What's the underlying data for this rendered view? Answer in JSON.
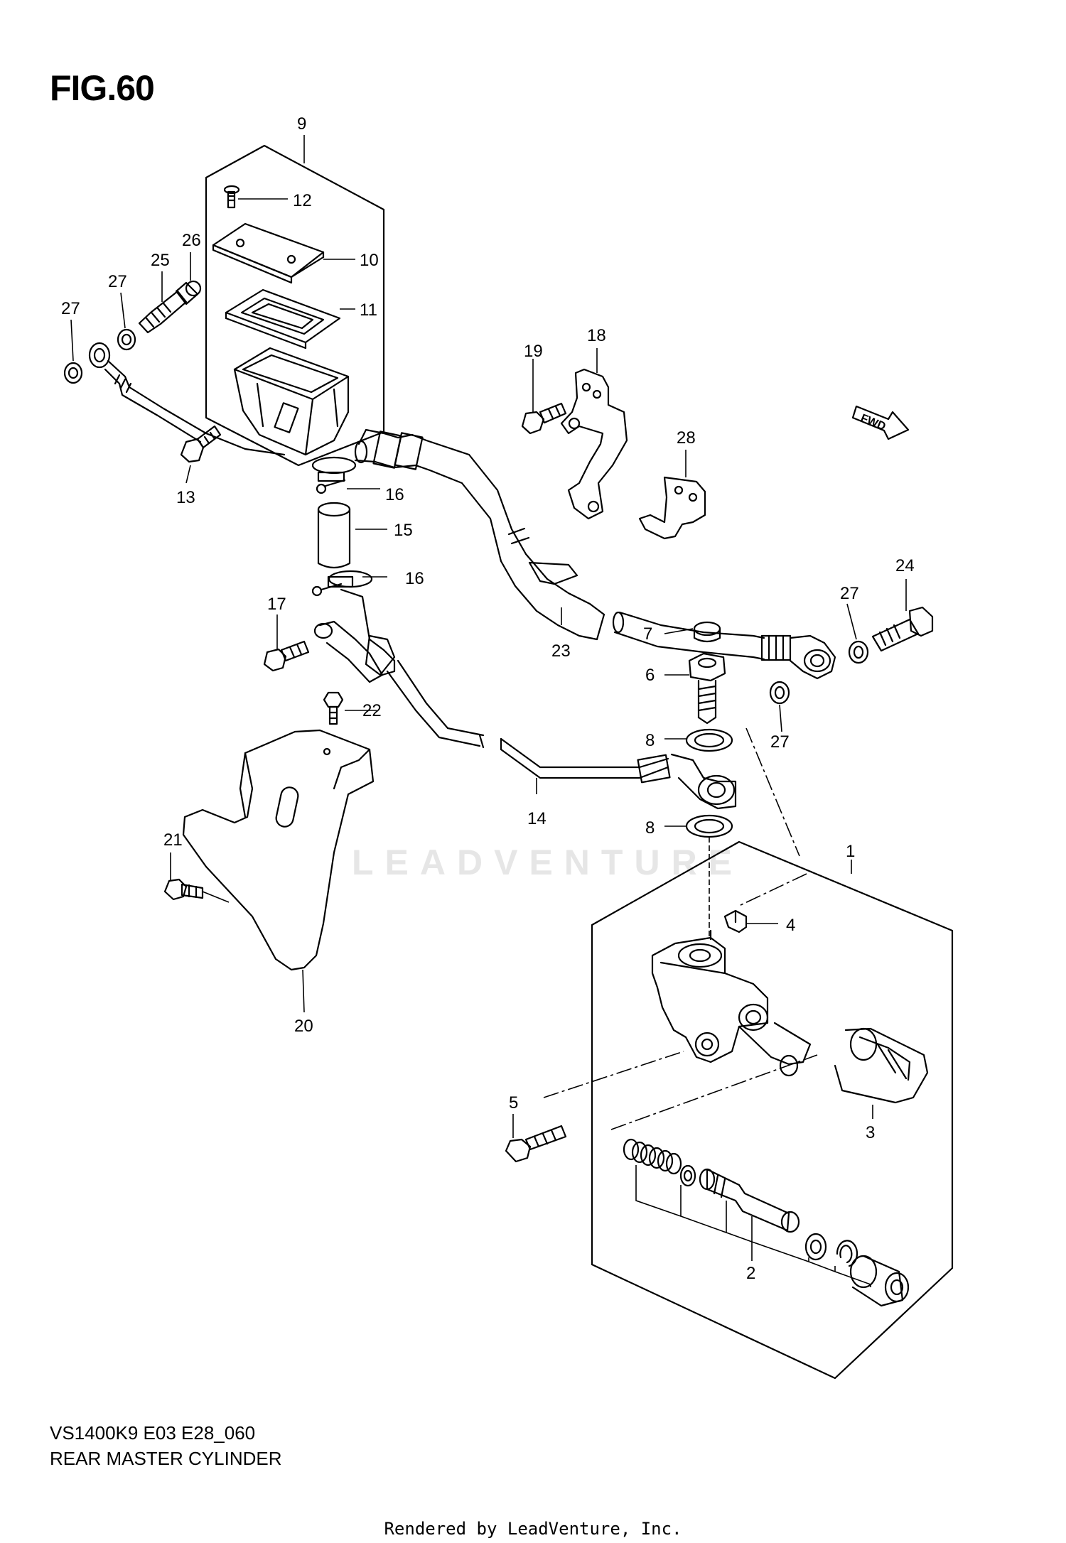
{
  "figure": {
    "title": "FIG.60",
    "model_code": "VS1400K9 E03 E28_060",
    "assembly_name": "REAR MASTER CYLINDER",
    "rendered_by": "Rendered by LeadVenture, Inc.",
    "watermark": "LEADVENTURE",
    "direction_marker": "FWD"
  },
  "callouts": {
    "c1": "1",
    "c2": "2",
    "c3": "3",
    "c4": "4",
    "c5": "5",
    "c6": "6",
    "c7": "7",
    "c8a": "8",
    "c8b": "8",
    "c9": "9",
    "c10": "10",
    "c11": "11",
    "c12": "12",
    "c13": "13",
    "c14": "14",
    "c15": "15",
    "c16a": "16",
    "c16b": "16",
    "c17": "17",
    "c18": "18",
    "c19": "19",
    "c20": "20",
    "c21": "21",
    "c22": "22",
    "c23": "23",
    "c24": "24",
    "c25": "25",
    "c26": "26",
    "c27a": "27",
    "c27b": "27",
    "c27c": "27",
    "c27d": "27",
    "c28": "28"
  }
}
